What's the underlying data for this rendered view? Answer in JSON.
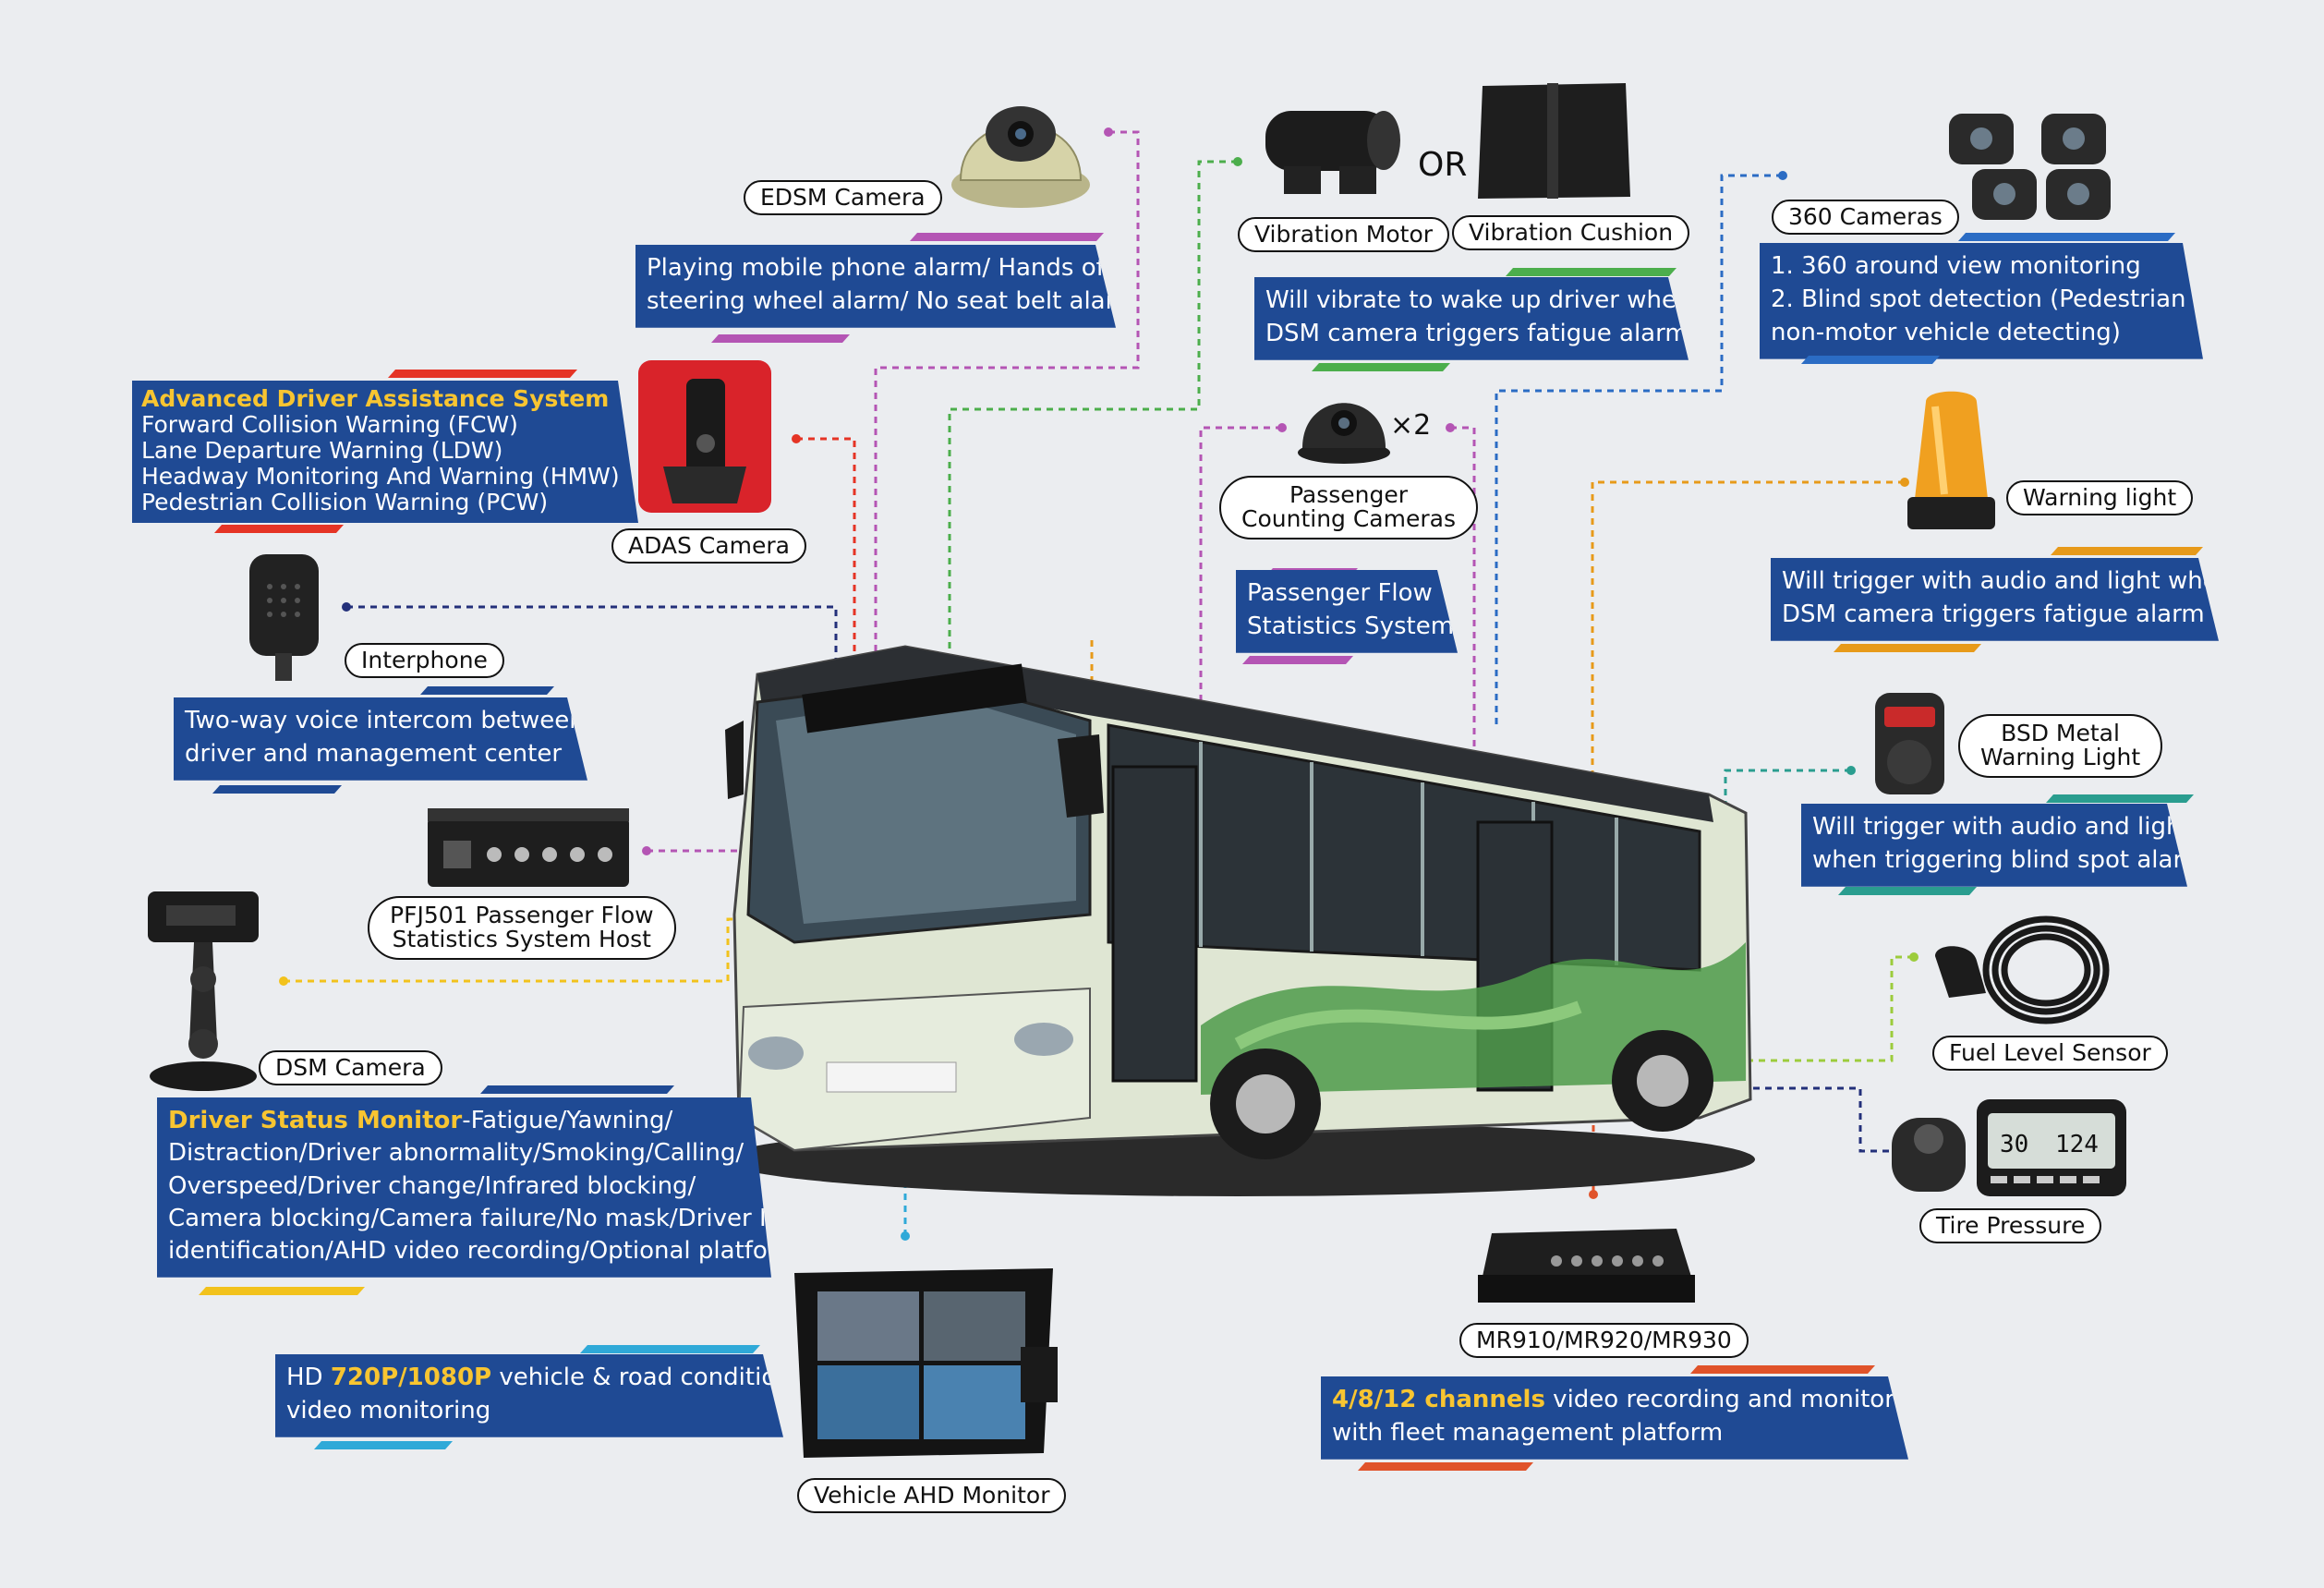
{
  "colors": {
    "banner": "#1f4a94",
    "highlight": "#f8c531",
    "purple": "#b455b4",
    "green": "#4cae4c",
    "blue": "#2b6cc4",
    "orange": "#e79a1a",
    "red": "#e53425",
    "navy": "#23307a",
    "yellow": "#f2c21c",
    "cyan": "#2fa9d8",
    "teal": "#2a9d8f",
    "lime": "#9ccc3c"
  },
  "labels": {
    "edsm": "EDSM Camera",
    "vibration_motor": "Vibration Motor",
    "or": "OR",
    "vibration_cushion": "Vibration Cushion",
    "cams360": "360 Cameras",
    "adas": "ADAS Camera",
    "passenger_counting_1": "Passenger",
    "passenger_counting_2": "Counting Cameras",
    "x2": "×2",
    "warning_light": "Warning light",
    "interphone": "Interphone",
    "bsd_1": "BSD Metal",
    "bsd_2": "Warning Light",
    "pfj_1": "PFJ501 Passenger Flow",
    "pfj_2": "Statistics System Host",
    "dsm": "DSM Camera",
    "fuel": "Fuel Level Sensor",
    "tire": "Tire Pressure",
    "mdvr": "MR910/MR920/MR930",
    "monitor": "Vehicle AHD Monitor"
  },
  "banners": {
    "edsm": [
      "Playing mobile phone alarm/ Hands off",
      "steering wheel alarm/ No seat belt alarm"
    ],
    "vibration": [
      "Will vibrate to wake up driver when",
      "DSM camera triggers fatigue alarm"
    ],
    "cams360": [
      "1. 360 around view monitoring",
      "2. Blind spot detection (Pedestrian &",
      "non-motor vehicle detecting)"
    ],
    "adas_title": "Advanced Driver Assistance System",
    "adas": [
      "Forward Collision Warning (FCW)",
      "Lane Departure Warning (LDW)",
      "Headway Monitoring And Warning (HMW)",
      "Pedestrian Collision Warning (PCW)"
    ],
    "passenger_flow": [
      "Passenger Flow",
      "Statistics System"
    ],
    "warning_light": [
      "Will trigger with audio and light when",
      "DSM camera triggers fatigue alarm"
    ],
    "interphone": [
      "Two-way voice intercom between",
      "driver and management center"
    ],
    "bsd": [
      "Will trigger with audio and light",
      "when triggering blind spot alarm"
    ],
    "dsm_title": "Driver Status Monitor",
    "dsm_first_rest": "-Fatigue/Yawning/",
    "dsm": [
      "Distraction/Driver abnormality/Smoking/Calling/",
      "Overspeed/Driver change/Infrared blocking/",
      "Camera blocking/Camera failure/No mask/Driver ID",
      "identification/AHD video recording/Optional platform"
    ],
    "monitor_pre": "HD ",
    "monitor_hl": "720P/1080P",
    "monitor_post": " vehicle & road conditions",
    "monitor_line2": "video monitoring",
    "mdvr_hl": "4/8/12 channels",
    "mdvr_post": " video recording and monitoring",
    "mdvr_line2": "with fleet management platform"
  },
  "tire_display": {
    "left": "30",
    "right": "124"
  }
}
